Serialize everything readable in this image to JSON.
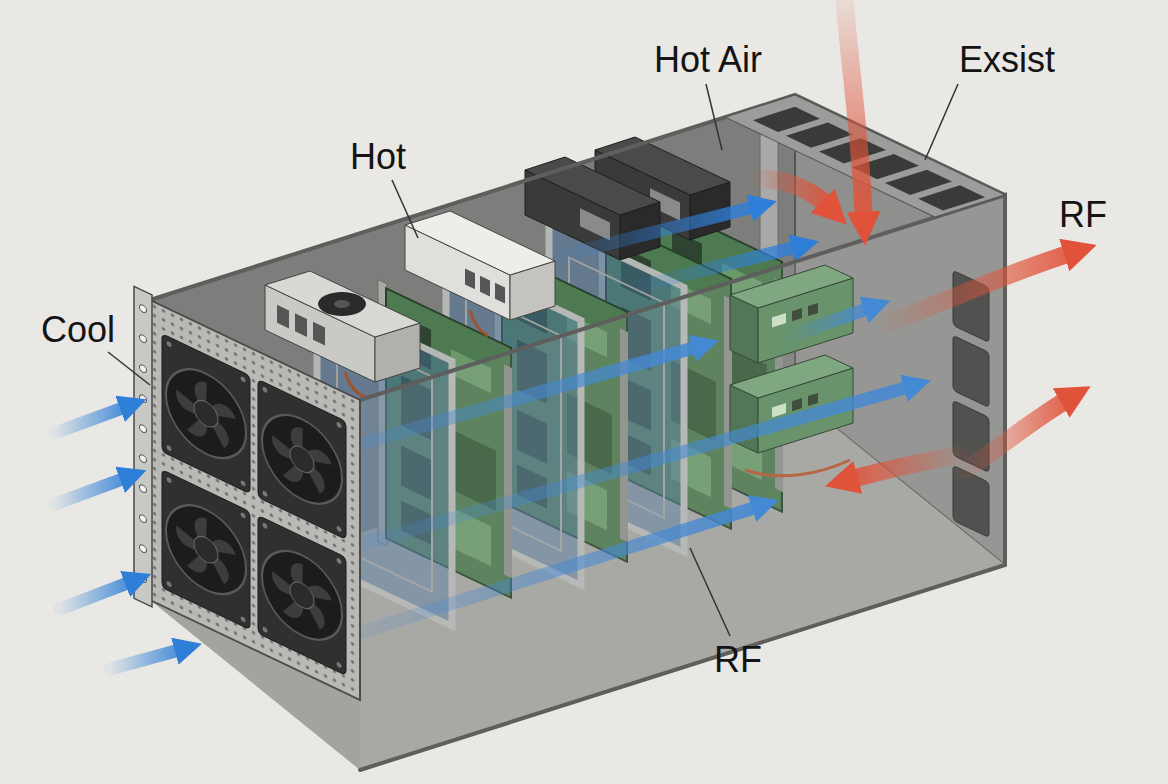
{
  "diagram": {
    "labels": [
      "Hot Air",
      "Exsist",
      "Hot",
      "RF",
      "Cool",
      "RF"
    ]
  }
}
